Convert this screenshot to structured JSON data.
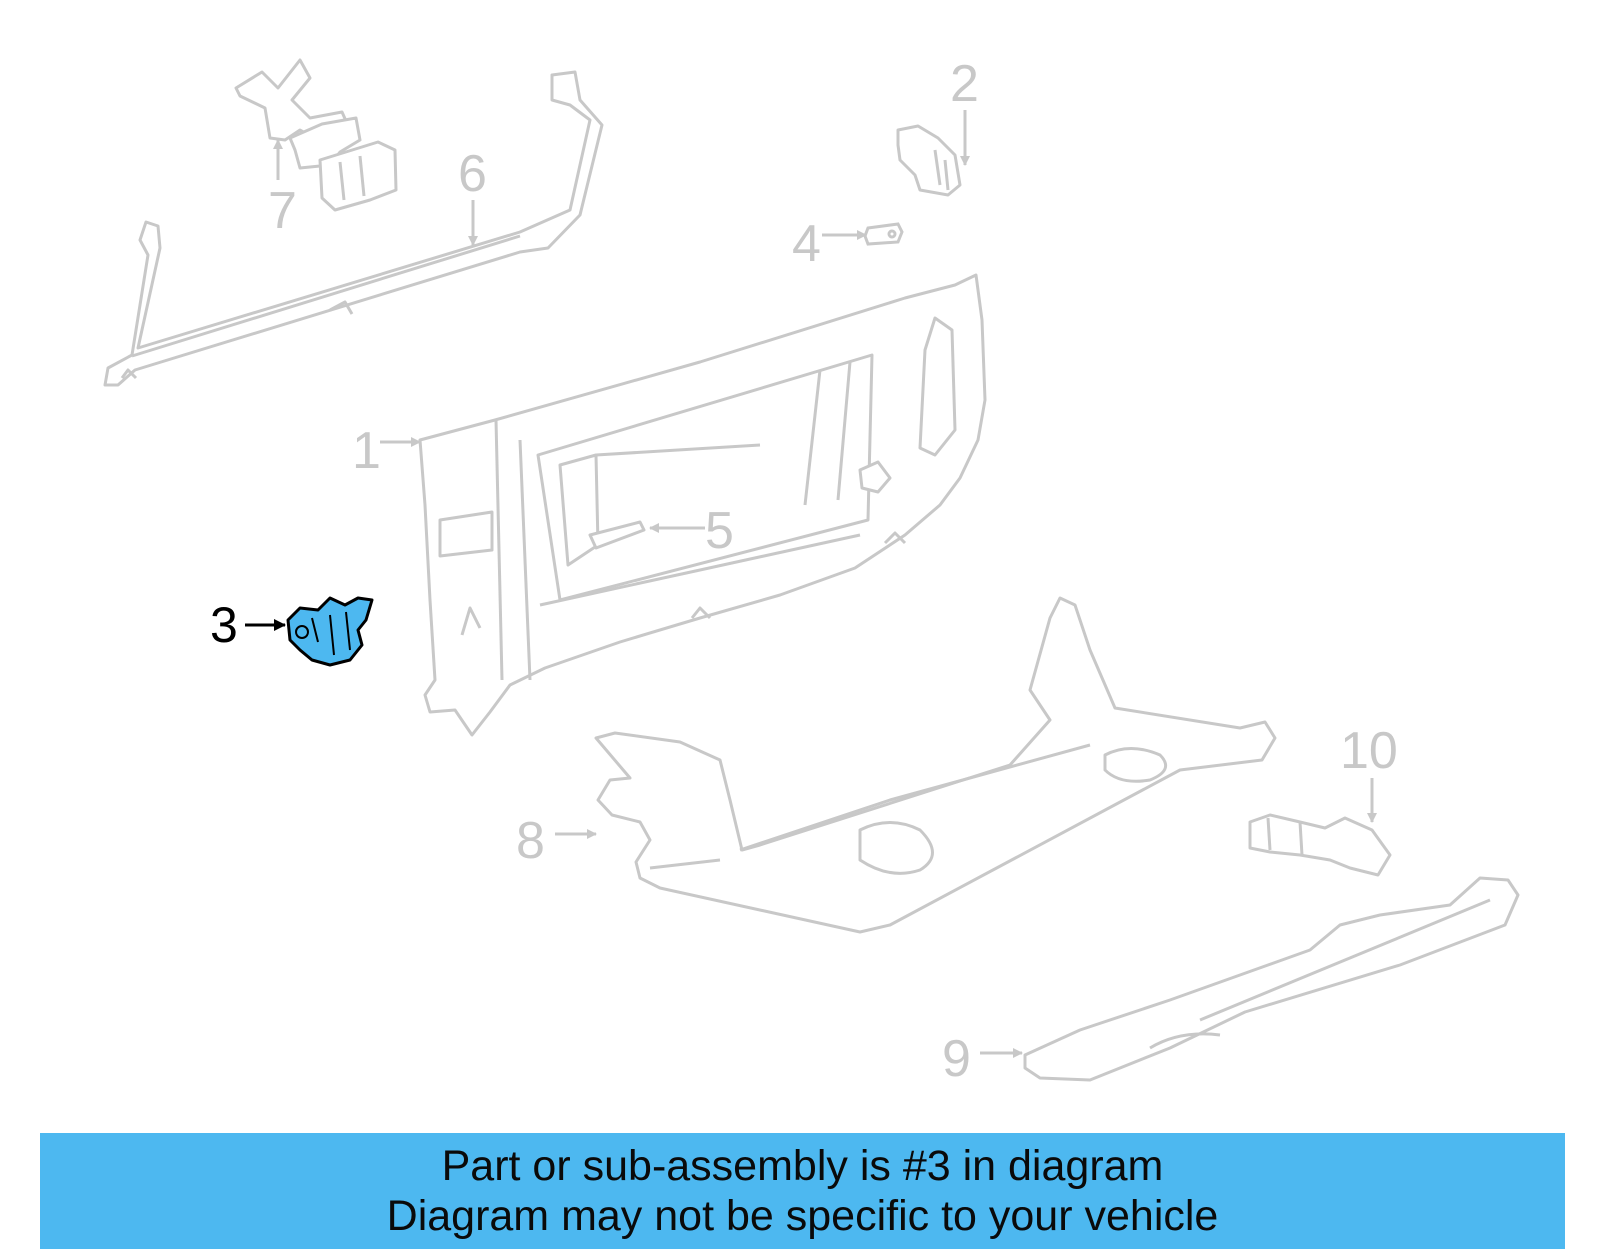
{
  "diagram": {
    "highlight_color": "#4db8f0",
    "part_line_color": "#c8c8c8",
    "highlight_outline_color": "#000000",
    "callouts": [
      {
        "id": "1",
        "label": "1",
        "highlighted": false
      },
      {
        "id": "2",
        "label": "2",
        "highlighted": false
      },
      {
        "id": "3",
        "label": "3",
        "highlighted": true
      },
      {
        "id": "4",
        "label": "4",
        "highlighted": false
      },
      {
        "id": "5",
        "label": "5",
        "highlighted": false
      },
      {
        "id": "6",
        "label": "6",
        "highlighted": false
      },
      {
        "id": "7",
        "label": "7",
        "highlighted": false
      },
      {
        "id": "8",
        "label": "8",
        "highlighted": false
      },
      {
        "id": "9",
        "label": "9",
        "highlighted": false
      },
      {
        "id": "10",
        "label": "10",
        "highlighted": false
      }
    ]
  },
  "banner": {
    "background": "#4db8f0",
    "line1": "Part or sub-assembly is #3 in diagram",
    "line2": "Diagram may not be specific to your vehicle"
  }
}
